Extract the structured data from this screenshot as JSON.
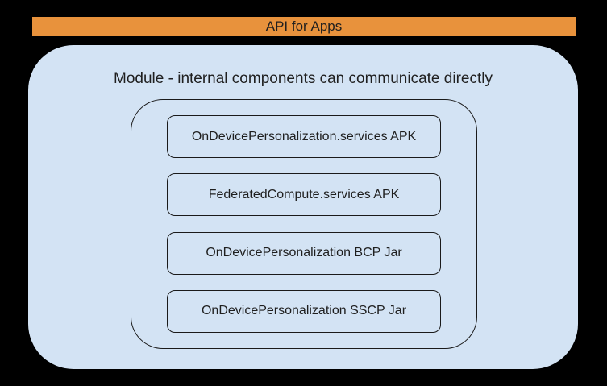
{
  "banner": {
    "label": "API for Apps"
  },
  "module": {
    "title": "Module - internal components can communicate directly",
    "components": [
      {
        "label": "OnDevicePersonalization.services APK"
      },
      {
        "label": "FederatedCompute.services APK"
      },
      {
        "label": "OnDevicePersonalization BCP Jar"
      },
      {
        "label": "OnDevicePersonalization SSCP Jar"
      }
    ]
  },
  "colors": {
    "background": "#000000",
    "banner": "#E8923C",
    "module_fill": "#D3E3F4",
    "outline": "#1A1A1A",
    "text": "#1F1F1F"
  }
}
